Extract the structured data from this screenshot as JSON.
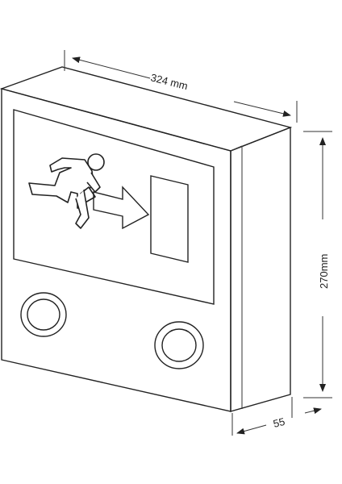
{
  "dimensions": {
    "width_label": "324 mm",
    "height_label": "270mm",
    "depth_label": "55"
  }
}
